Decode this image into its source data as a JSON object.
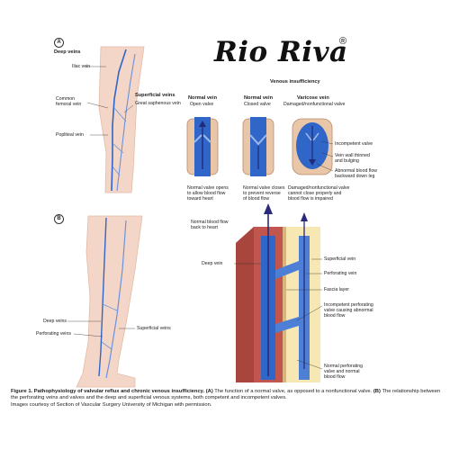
{
  "brand": {
    "logo_text": "Rio Riva",
    "registered_mark": "®"
  },
  "panel_a": {
    "marker": "A",
    "deep_veins_heading": "Deep veins",
    "iliac_vein": "Iliac vein",
    "common_femoral_vein_line1": "Common",
    "common_femoral_vein_line2": "femoral vein",
    "popliteal_vein": "Popliteal vein",
    "superficial_veins_heading": "Superficial veins",
    "great_saphenous_vein": "Great saphenous vein",
    "venous_insufficiency_heading": "Venous insufficiency",
    "normal_open": {
      "title": "Normal vein",
      "subtitle": "Open valve",
      "desc": [
        "Normal valve opens",
        "to allow blood flow",
        "toward heart"
      ]
    },
    "normal_closed": {
      "title": "Normal vein",
      "subtitle": "Closed valve",
      "desc": [
        "Normal valve closes",
        "to prevent reverse",
        "of blood flow"
      ]
    },
    "varicose": {
      "title": "Varicose vein",
      "subtitle": "Damaged/nonfunctional valve",
      "desc": [
        "Damaged/nonfunctional valve",
        "cannot close properly and",
        "blood flow is impaired"
      ]
    },
    "incompetent_valve": "Incompetent valve",
    "vein_wall": [
      "Vein wall thinned",
      "and bulging"
    ],
    "abnormal_flow": [
      "Abnormal blood flow",
      "backward down leg"
    ]
  },
  "panel_b": {
    "marker": "B",
    "normal_flow_back": [
      "Normal blood flow",
      "back to heart"
    ],
    "deep_vein": "Deep vein",
    "superficial_vein": "Superficial vein",
    "perforating_vein": "Perforating vein",
    "fascia_layer": "Fascia layer",
    "incompetent_perforating": [
      "Incompetent perforating",
      "valve causing abnormal",
      "blood flow"
    ],
    "normal_perforating": [
      "Normal perforating",
      "valve and normal",
      "blood flow"
    ],
    "deep_veins": "Deep veins",
    "perforating_veins": "Perforating veins",
    "superficial_veins": "Superficial veins"
  },
  "caption": {
    "figure_label": "Figure 1. Pathophysiology of valvular reflux and chronic venous insufficiency.",
    "part_a_label": "(A)",
    "part_a_text": " The function of a normal valve, as opposed to a nonfunctional valve. ",
    "part_b_label": "(B)",
    "part_b_text": " The relationship between the perforating veins and valves and the deep and superficial venous systems, both competent and incompetent valves.",
    "credit": "Images courtesy of Section of Vascular Surgery University of Michigan with permission."
  },
  "colors": {
    "skin": "#f3d6c7",
    "vein_blue": "#2f66c8",
    "deep_blue": "#1f3f9a",
    "muscle": "#c0564d",
    "fat": "#f6e7b3",
    "arrow": "#2a2a7a"
  }
}
